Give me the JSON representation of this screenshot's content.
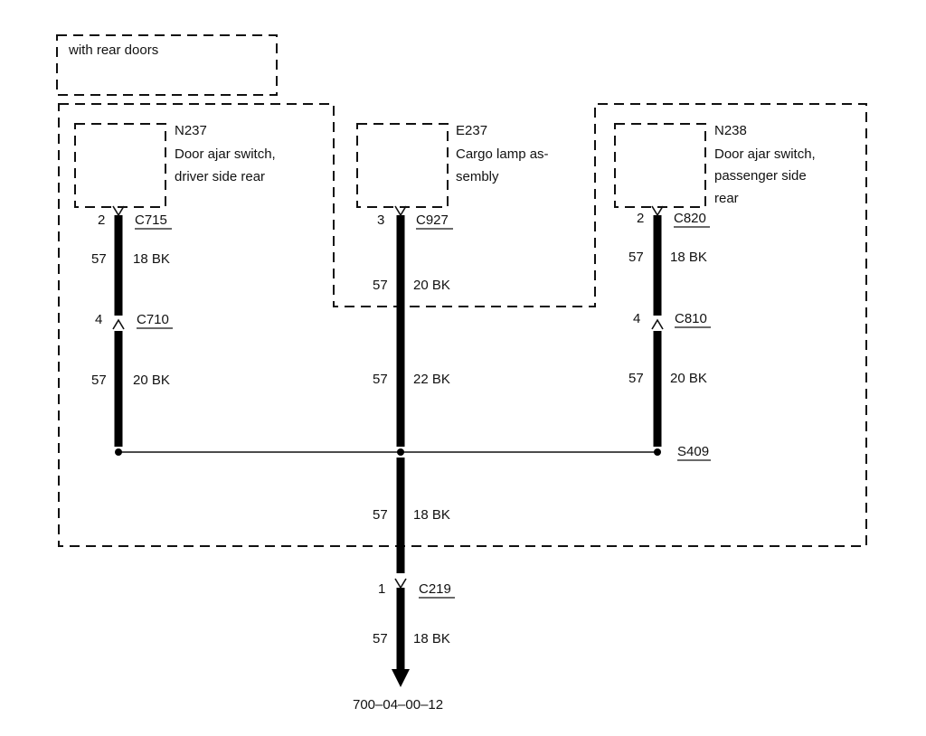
{
  "scope_label": "with rear doors",
  "components": {
    "driver_switch": {
      "id": "N237",
      "desc": [
        "Door ajar switch,",
        "driver side rear"
      ]
    },
    "cargo_lamp": {
      "id": "E237",
      "desc": [
        "Cargo lamp as-",
        "sembly"
      ]
    },
    "passenger_switch": {
      "id": "N238",
      "desc": [
        "Door ajar switch,",
        "passenger side",
        "rear"
      ]
    }
  },
  "connectors": {
    "c715": {
      "pin": "2",
      "name": "C715"
    },
    "c710": {
      "pin": "4",
      "name": "C710"
    },
    "c927": {
      "pin": "3",
      "name": "C927"
    },
    "c820": {
      "pin": "2",
      "name": "C820"
    },
    "c810": {
      "pin": "4",
      "name": "C810"
    },
    "c219": {
      "pin": "1",
      "name": "C219"
    }
  },
  "splice": {
    "name": "S409"
  },
  "wires": {
    "left_upper": {
      "circuit": "57",
      "spec": "18 BK"
    },
    "left_lower": {
      "circuit": "57",
      "spec": "20 BK"
    },
    "center_upper": {
      "circuit": "57",
      "spec": "20 BK"
    },
    "center_lower": {
      "circuit": "57",
      "spec": "22 BK"
    },
    "right_upper": {
      "circuit": "57",
      "spec": "18 BK"
    },
    "right_lower": {
      "circuit": "57",
      "spec": "20 BK"
    },
    "trunk_upper": {
      "circuit": "57",
      "spec": "18 BK"
    },
    "trunk_lower": {
      "circuit": "57",
      "spec": "18 BK"
    }
  },
  "figure_number": "700–04–00–12",
  "colors": {
    "ink": "#111111",
    "background": "#ffffff"
  }
}
